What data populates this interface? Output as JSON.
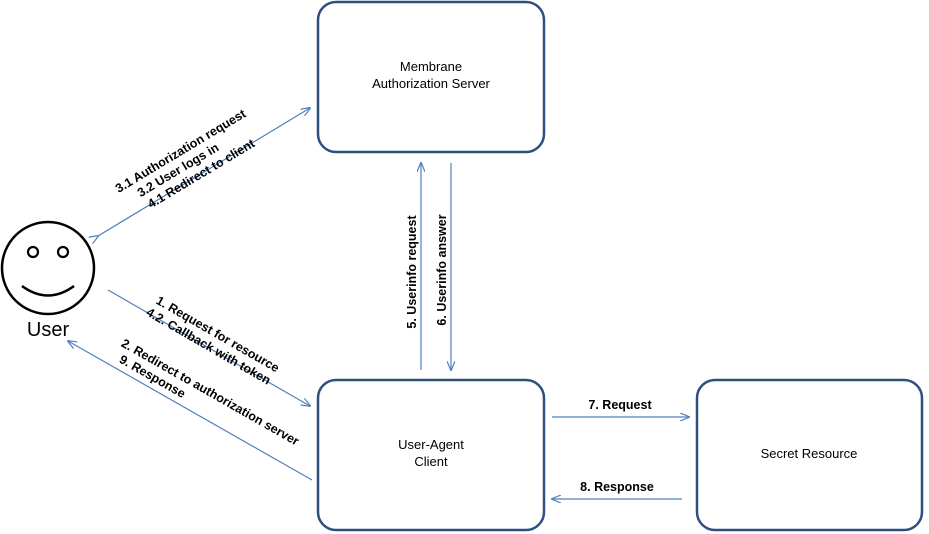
{
  "colors": {
    "box_stroke": "#2f4f7f",
    "arrow": "#4f81bd",
    "text": "#000000"
  },
  "user": {
    "label": "User",
    "icon": "smiley-face-icon"
  },
  "nodes": {
    "auth_server": {
      "line1": "Membrane",
      "line2": "Authorization Server"
    },
    "client": {
      "line1": "User-Agent",
      "line2": "Client"
    },
    "secret": {
      "line1": "Secret Resource"
    }
  },
  "edges": {
    "user_auth": [
      "3.1 Authorization request",
      "3.2 User logs in",
      "4.1 Redirect to client"
    ],
    "user_client": [
      "1. Request for resource",
      "4.2. Callback with token"
    ],
    "client_user": [
      "2. Redirect to authorization server",
      "9. Response"
    ],
    "userinfo_request": "5.  Userinfo request",
    "userinfo_answer": "6.  Userinfo answer",
    "request": "7. Request",
    "response": "8. Response"
  }
}
